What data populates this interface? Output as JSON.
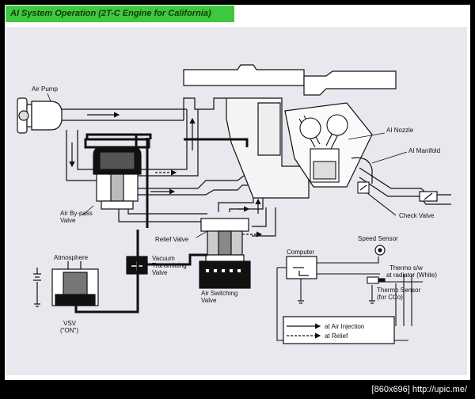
{
  "title": "AI System Operation (2T-C Engine for California)",
  "labels": {
    "air_pump": "Air Pump",
    "ai_nozzle": "AI Nozzle",
    "ai_manifold": "AI Manifold",
    "air_bypass_valve_1": "Air By-pass",
    "air_bypass_valve_2": "Valve",
    "check_valve": "Check Valve",
    "relief_valve": "Relief Valve",
    "speed_sensor": "Speed Sensor",
    "atmosphere": "Atmosphere",
    "computer": "Computer",
    "vacuum_valve_1": "Vacuum",
    "vacuum_valve_2": "Transmitting",
    "vacuum_valve_3": "Valve",
    "air_switching_1": "Air Switching",
    "air_switching_2": "Valve",
    "thermo_sw_1": "Thermo s/w",
    "thermo_sw_2": "at radiator (White)",
    "thermo_sensor_1": "Thermo Sensor",
    "thermo_sensor_2": "(for CCo)",
    "vsv_1": "VSV",
    "vsv_2": "(\"ON\")"
  },
  "legend": {
    "air_injection": "at Air Injection",
    "relief": "at Relief"
  },
  "footer": "[860x696] http://upic.me/"
}
